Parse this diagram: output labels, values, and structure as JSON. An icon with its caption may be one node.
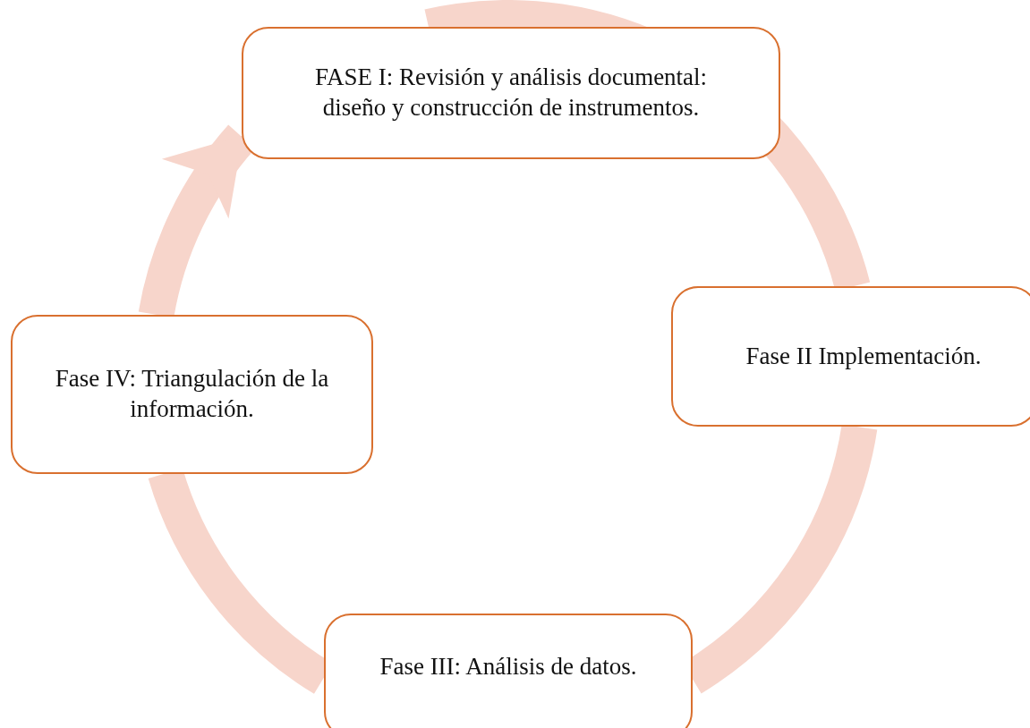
{
  "diagram": {
    "nodes": [
      {
        "text": [
          "FASE I: Revisión y análisis documental: diseño y construcción de instrumentos."
        ]
      },
      {
        "text": [
          "Fase II Implementación."
        ]
      },
      {
        "text": [
          "Fase III: Análisis de datos."
        ]
      },
      {
        "text": [
          "Fase IV: Triangulación de la información."
        ]
      }
    ],
    "edges": [
      {
        "from": 0,
        "to": 1,
        "arrow": "none"
      },
      {
        "from": 1,
        "to": 2,
        "arrow": "none"
      },
      {
        "from": 2,
        "to": 3,
        "arrow": "none"
      },
      {
        "from": 3,
        "to": 0,
        "arrow": "to"
      }
    ]
  }
}
